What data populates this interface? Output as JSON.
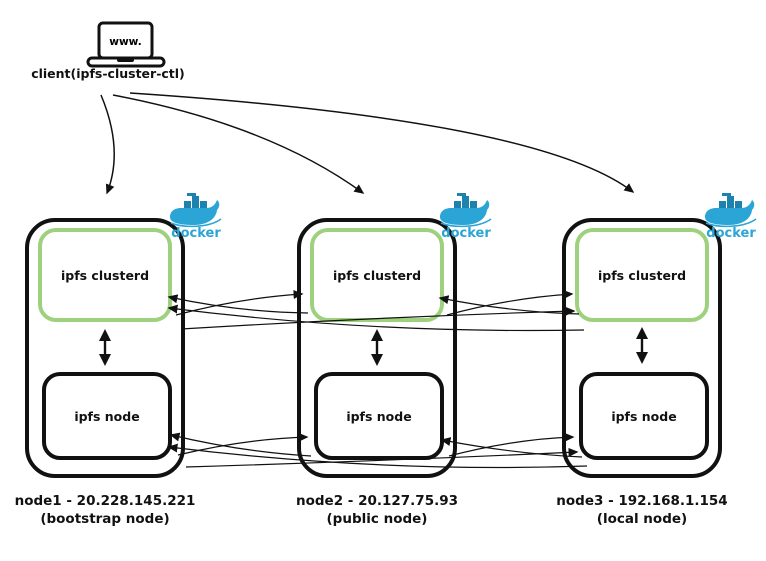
{
  "client": {
    "label": "client(ipfs-cluster-ctl)",
    "screen_text": "www."
  },
  "docker": {
    "wordmark": "docker"
  },
  "nodes": [
    {
      "clusterd_label": "ipfs clusterd",
      "node_label": "ipfs node",
      "caption_line1": "node1 - 20.228.145.221",
      "caption_line2": "(bootstrap node)"
    },
    {
      "clusterd_label": "ipfs clusterd",
      "node_label": "ipfs node",
      "caption_line1": "node2 - 20.127.75.93",
      "caption_line2": "(public node)"
    },
    {
      "clusterd_label": "ipfs clusterd",
      "node_label": "ipfs node",
      "caption_line1": "node3 - 192.168.1.154",
      "caption_line2": "(local node)"
    }
  ],
  "colors": {
    "ink": "#111111",
    "cluster_green": "#9ed17d",
    "docker_blue": "#2aa5d6",
    "docker_dark_blue": "#1d82ae"
  }
}
